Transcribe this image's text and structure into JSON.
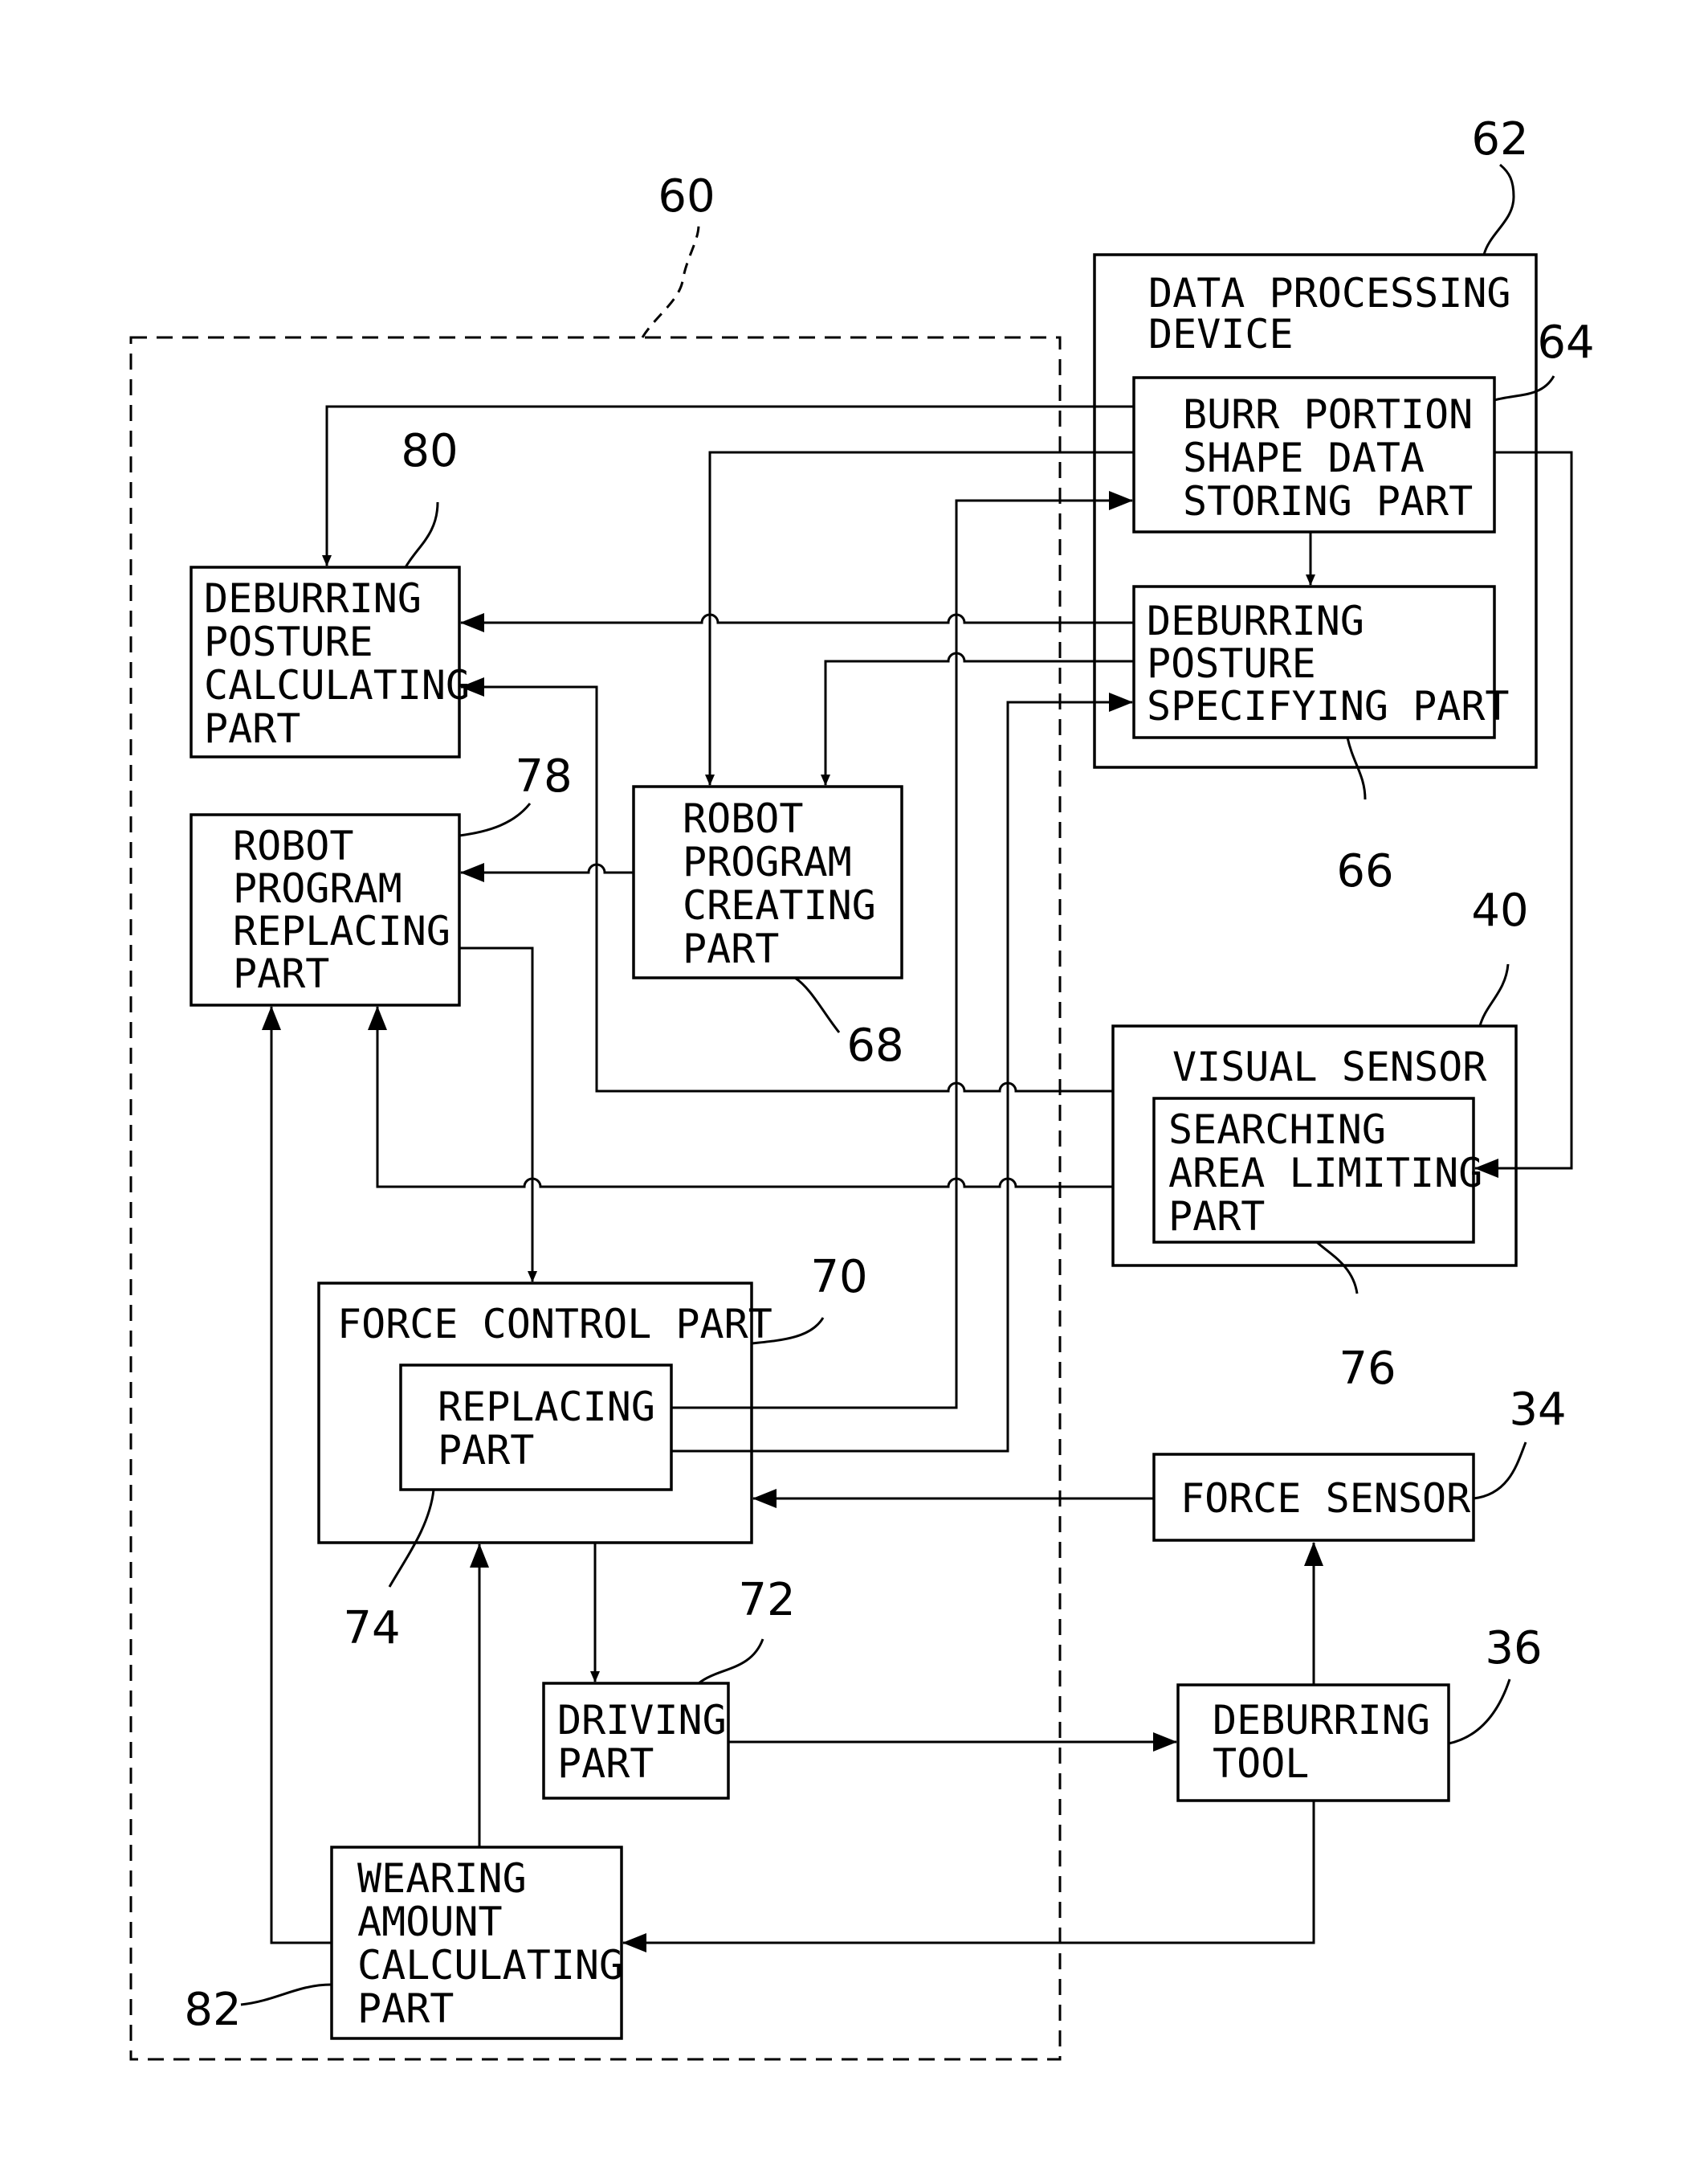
{
  "boxes": {
    "data_processing_device": [
      "DATA PROCESSING",
      "DEVICE"
    ],
    "burr_portion_shape_data_storing_part": [
      "BURR PORTION",
      "SHAPE DATA",
      "STORING PART"
    ],
    "deburring_posture_specifying_part": [
      "DEBURRING",
      "POSTURE",
      "SPECIFYING PART"
    ],
    "deburring_posture_calculating_part": [
      "DEBURRING",
      "POSTURE",
      "CALCULATING",
      "PART"
    ],
    "robot_program_replacing_part": [
      "ROBOT",
      "PROGRAM",
      "REPLACING",
      "PART"
    ],
    "robot_program_creating_part": [
      "ROBOT",
      "PROGRAM",
      "CREATING",
      "PART"
    ],
    "visual_sensor": [
      "VISUAL SENSOR"
    ],
    "searching_area_limiting_part": [
      "SEARCHING",
      "AREA LIMITING",
      "PART"
    ],
    "force_control_part": [
      "FORCE CONTROL PART"
    ],
    "replacing_part": [
      "REPLACING",
      "PART"
    ],
    "force_sensor": [
      "FORCE SENSOR"
    ],
    "driving_part": [
      "DRIVING",
      "PART"
    ],
    "deburring_tool": [
      "DEBURRING",
      "TOOL"
    ],
    "wearing_amount_calculating_part": [
      "WEARING",
      "AMOUNT",
      "CALCULATING",
      "PART"
    ]
  },
  "refs": {
    "controller": "60",
    "data_processing_device": "62",
    "burr_portion_shape_data_storing_part": "64",
    "deburring_posture_specifying_part": "66",
    "robot_program_creating_part": "68",
    "force_control_part": "70",
    "driving_part": "72",
    "replacing_part": "74",
    "searching_area_limiting_part": "76",
    "robot_program_replacing_part": "78",
    "deburring_posture_calculating_part": "80",
    "wearing_amount_calculating_part": "82",
    "visual_sensor": "40",
    "force_sensor": "34",
    "deburring_tool": "36"
  }
}
